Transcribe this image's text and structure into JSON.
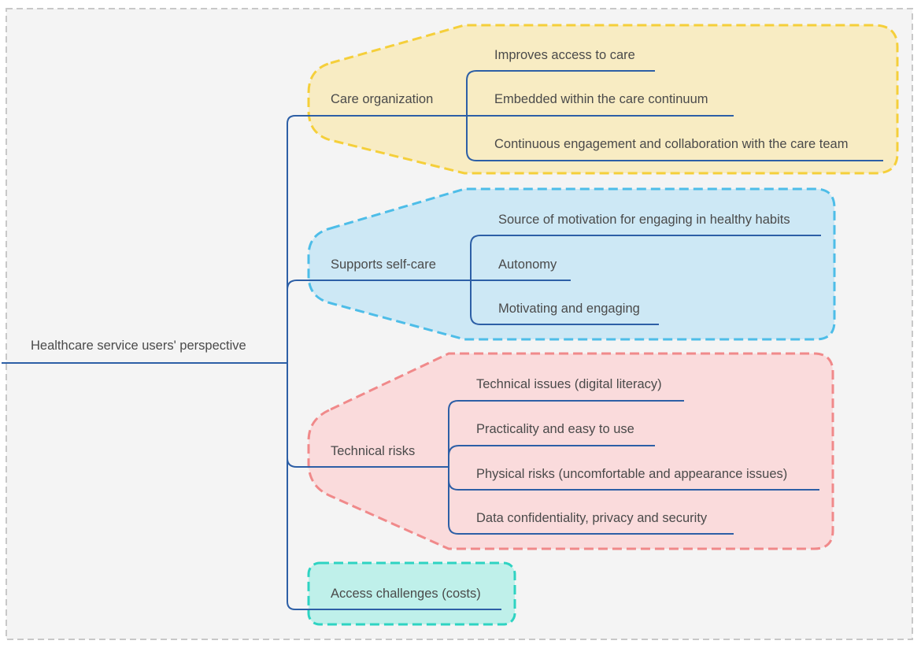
{
  "root": {
    "label": "Healthcare service users' perspective"
  },
  "colors": {
    "line": "#2d5fa6",
    "frame": "#c8c8c8",
    "background": "#f4f4f4",
    "care_fill": "#f8ecc3",
    "care_stroke": "#f5cf3a",
    "self_fill": "#cde8f5",
    "self_stroke": "#4dbde8",
    "risk_fill": "#fadbdc",
    "risk_stroke": "#f0898a",
    "access_fill": "#bff0ea",
    "access_stroke": "#2ed3c2"
  },
  "branches": [
    {
      "label": "Care organization",
      "children": [
        "Improves access to care",
        "Embedded within the care continuum",
        "Continuous engagement and collaboration with the care team"
      ]
    },
    {
      "label": "Supports self-care",
      "children": [
        "Source of motivation for engaging in healthy habits",
        "Autonomy",
        "Motivating and engaging"
      ]
    },
    {
      "label": "Technical risks",
      "children": [
        "Technical issues (digital literacy)",
        "Practicality and easy to use",
        "Physical risks (uncomfortable and appearance issues)",
        "Data confidentiality, privacy and security"
      ]
    },
    {
      "label": "Access challenges (costs)",
      "children": []
    }
  ]
}
